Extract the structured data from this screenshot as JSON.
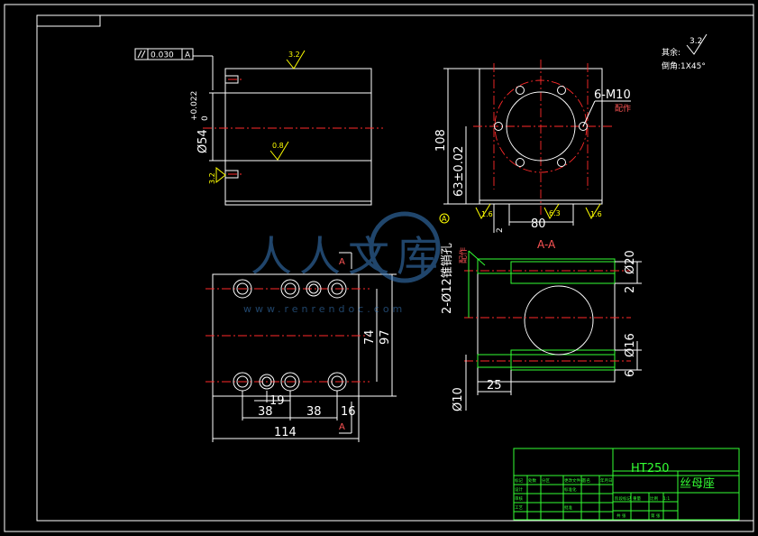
{
  "datum_feature_frame": {
    "tol": "0.030",
    "datum": "A"
  },
  "surface_note": {
    "label": "其余:",
    "value": "3.2"
  },
  "chamfer_note": "倒角:1X45°",
  "side_view": {
    "roughness_top": "3.2",
    "roughness_left": "3.2",
    "roughness_mid": "0.8",
    "dia_value": "Ø54",
    "dia_tol_upper": "+0.022",
    "dia_tol_lower": "0"
  },
  "front_view": {
    "dim_height": "108",
    "dim_center": "63±0.02",
    "dim_width": "80",
    "dim_small": "2",
    "hole_callout": "6-M10",
    "hole_note": "配作",
    "datum": "A",
    "roughness_1": "1.6",
    "roughness_2": "6.3",
    "roughness_3": "1.6"
  },
  "top_view": {
    "section_mark": "A",
    "dim_74": "74",
    "dim_97": "97",
    "dim_19": "19",
    "dim_38a": "38",
    "dim_38b": "38",
    "dim_16": "16",
    "dim_114": "114"
  },
  "section_view": {
    "title": "A-A",
    "pin_hole": "2-Ø12锥销孔",
    "pin_note": "配作",
    "dim_d20": "Ø20",
    "dim_2_top": "2",
    "dim_d16": "Ø16",
    "dim_6": "6",
    "dim_d10": "Ø10",
    "dim_25": "25"
  },
  "title_block": {
    "material": "HT250",
    "part_name": "丝母座",
    "scale": "1:1",
    "cells": [
      "标记",
      "处数",
      "分区",
      "更改文件号",
      "签名",
      "年月日",
      "设计",
      "标准化",
      "审核",
      "工艺",
      "批准",
      "阶段标记",
      "重量",
      "比例",
      "共 张",
      "第 张"
    ]
  },
  "watermark": {
    "text": "人人文库",
    "url": "www.renrendoc.com"
  }
}
